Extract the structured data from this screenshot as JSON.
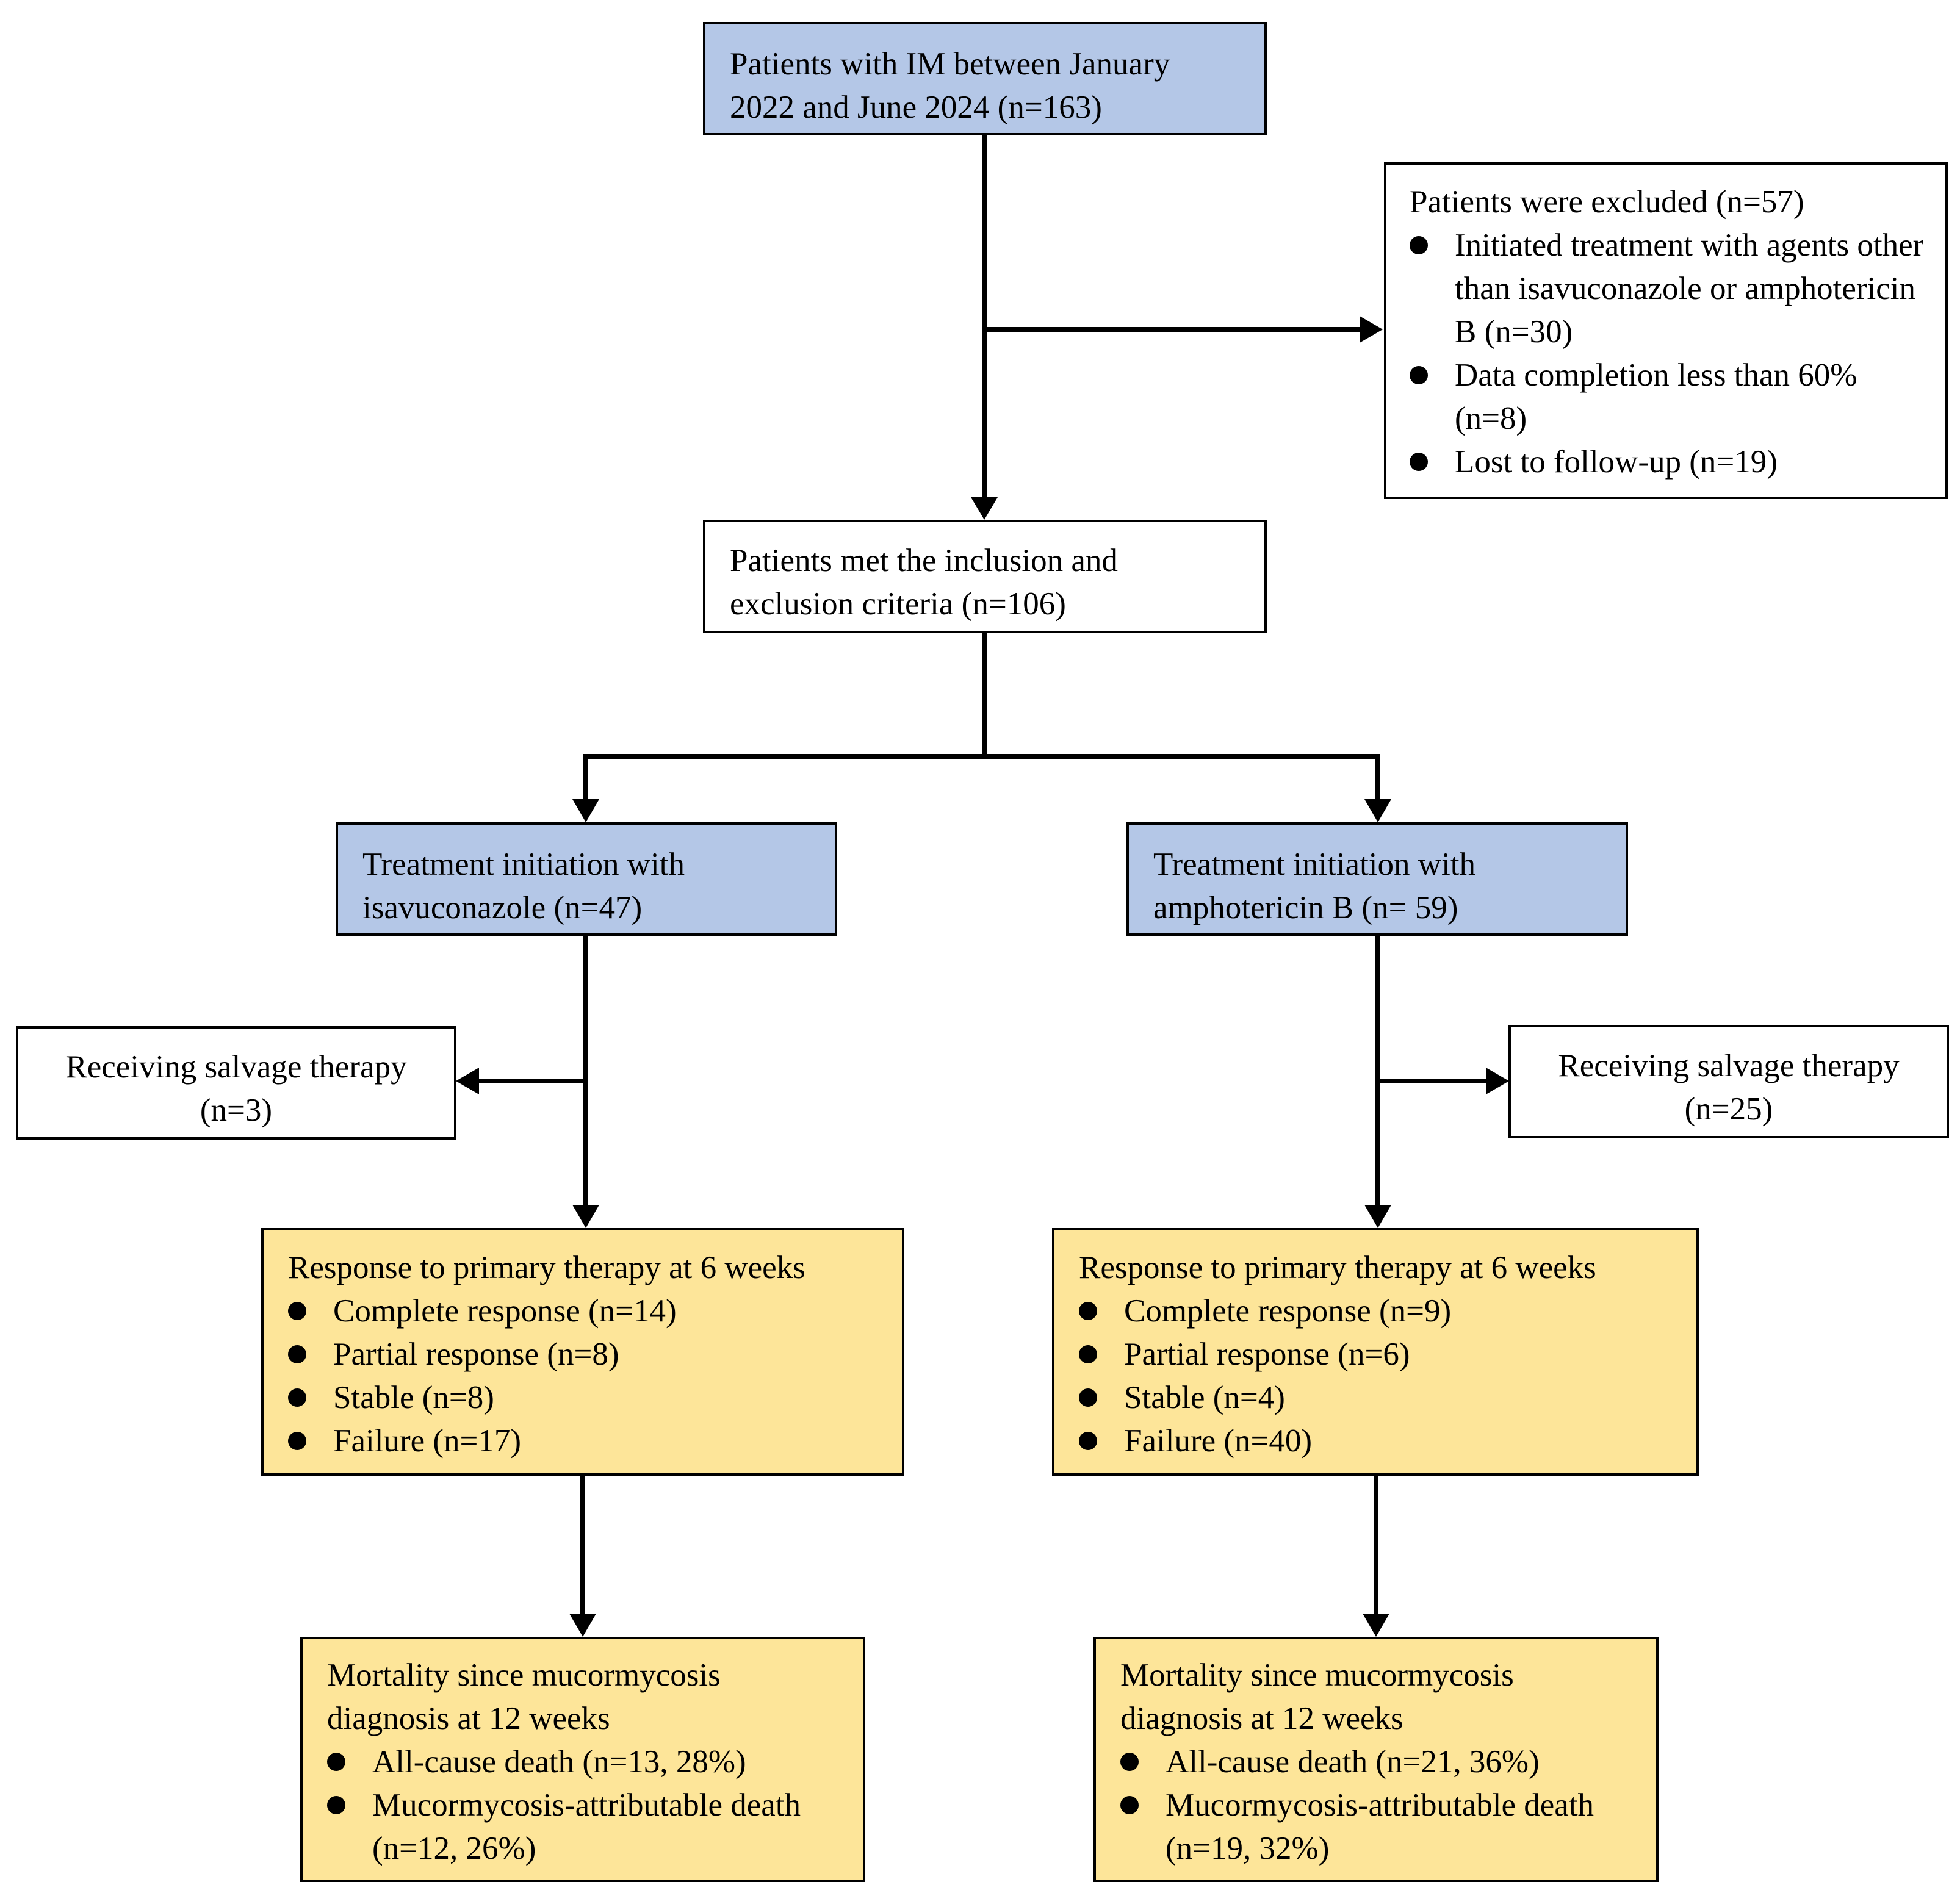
{
  "start": {
    "lines": [
      "Patients with IM between January",
      "2022 and June 2024 (n=163)"
    ]
  },
  "excluded": {
    "title": "Patients were excluded (n=57)",
    "items": [
      "Initiated treatment with agents other than isavuconazole or amphotericin B (n=30)",
      "Data completion less than 60% (n=8)",
      "Lost to follow-up (n=19)"
    ]
  },
  "eligible": {
    "lines": [
      "Patients met the inclusion and",
      "exclusion criteria  (n=106)"
    ]
  },
  "left": {
    "treatment": [
      "Treatment initiation with",
      "isavuconazole (n=47)"
    ],
    "salvage": [
      "Receiving salvage therapy",
      "(n=3)"
    ],
    "response": {
      "title": "Response to primary therapy at 6 weeks",
      "items": [
        "Complete response (n=14)",
        "Partial response  (n=8)",
        "Stable (n=8)",
        "Failure  (n=17)"
      ]
    },
    "mortality": {
      "title": "Mortality since mucormycosis diagnosis at 12 weeks",
      "items": [
        "All-cause death (n=13, 28%)",
        "Mucormycosis-attributable death  (n=12, 26%)"
      ]
    }
  },
  "right": {
    "treatment": [
      "Treatment initiation with",
      "amphotericin B (n= 59)"
    ],
    "salvage": [
      "Receiving salvage therapy",
      "(n=25)"
    ],
    "response": {
      "title": "Response to primary therapy at 6 weeks",
      "items": [
        "Complete response (n=9)",
        "Partial response  (n=6)",
        "Stable (n=4)",
        "Failure  (n=40)"
      ]
    },
    "mortality": {
      "title": "Mortality since mucormycosis diagnosis at 12 weeks",
      "items": [
        "All-cause death (n=21, 36%)",
        "Mucormycosis-attributable death  (n=19, 32%)"
      ]
    }
  },
  "colors": {
    "blue_box": "#b4c7e7",
    "yellow_box": "#fde599",
    "line": "#000000"
  }
}
